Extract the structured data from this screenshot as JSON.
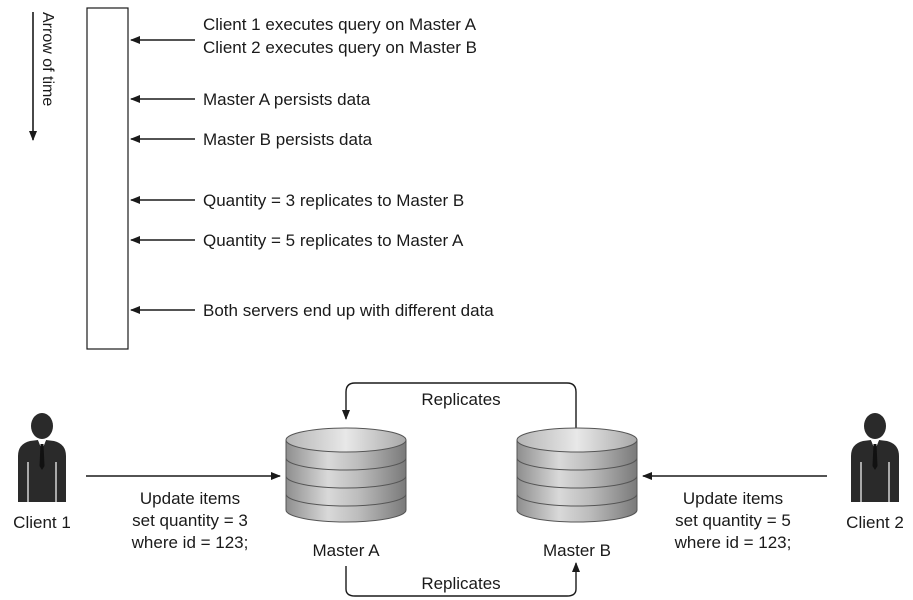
{
  "timeline": {
    "axis_label": "Arrow of time",
    "events": [
      {
        "id": "e1",
        "lines": [
          "Client 1 executes query on Master A",
          "Client 2 executes query on Master B"
        ]
      },
      {
        "id": "e2",
        "lines": [
          "Master A persists data"
        ]
      },
      {
        "id": "e3",
        "lines": [
          "Master B persists data"
        ]
      },
      {
        "id": "e4",
        "lines": [
          "Quantity = 3 replicates to Master B"
        ]
      },
      {
        "id": "e5",
        "lines": [
          "Quantity = 5 replicates to Master A"
        ]
      },
      {
        "id": "e6",
        "lines": [
          "Both servers end up with different data"
        ]
      }
    ]
  },
  "replication": {
    "top_label": "Replicates",
    "bottom_label": "Replicates",
    "master_a": "Master A",
    "master_b": "Master B",
    "client_1": {
      "name": "Client 1",
      "query": [
        "Update items",
        "set quantity = 3",
        "where id = 123;"
      ]
    },
    "client_2": {
      "name": "Client 2",
      "query": [
        "Update items",
        "set quantity = 5",
        "where id = 123;"
      ]
    }
  }
}
